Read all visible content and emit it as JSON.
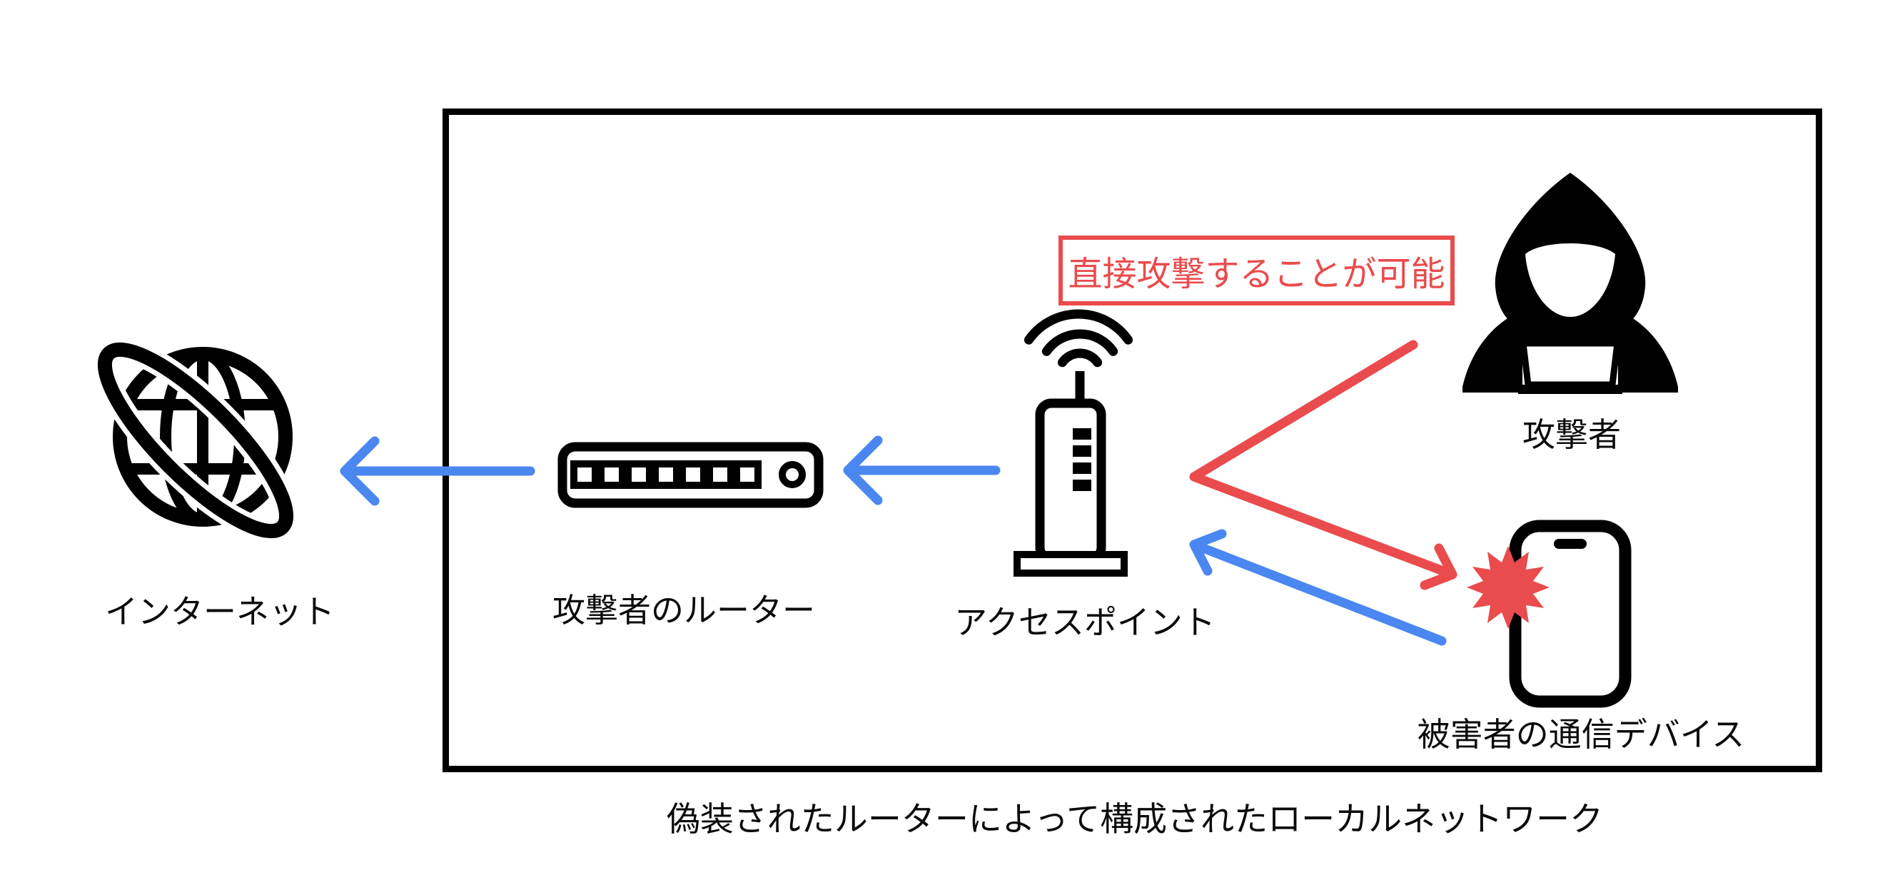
{
  "colors": {
    "blue": "#4A87F0",
    "red": "#EA4B4D",
    "black": "#000000",
    "background": "#FFFFFF"
  },
  "nodes": {
    "internet": {
      "label": "インターネット",
      "icon": "globe-orbit-icon"
    },
    "attacker_router": {
      "label": "攻撃者のルーター",
      "icon": "router-icon"
    },
    "access_point": {
      "label": "アクセスポイント",
      "icon": "wifi-access-point-icon"
    },
    "attacker": {
      "label": "攻撃者",
      "icon": "hacker-icon"
    },
    "victim_device": {
      "label": "被害者の通信デバイス",
      "icon": "smartphone-icon"
    }
  },
  "callout": {
    "label": "直接攻撃することが可能"
  },
  "caption": {
    "label": "偽装されたルーターによって構成されたローカルネットワーク"
  },
  "arrows": [
    {
      "id": "router-to-internet",
      "color": "blue",
      "from": "attacker_router",
      "to": "internet"
    },
    {
      "id": "access-point-to-router",
      "color": "blue",
      "from": "access_point",
      "to": "attacker_router"
    },
    {
      "id": "victim-device-to-access-point",
      "color": "blue",
      "from": "victim_device",
      "to": "access_point"
    },
    {
      "id": "attacker-to-access-point",
      "color": "red",
      "from": "attacker",
      "to": "access_point"
    },
    {
      "id": "access-point-to-victim-device",
      "color": "red",
      "from": "access_point",
      "to": "victim_device"
    }
  ]
}
